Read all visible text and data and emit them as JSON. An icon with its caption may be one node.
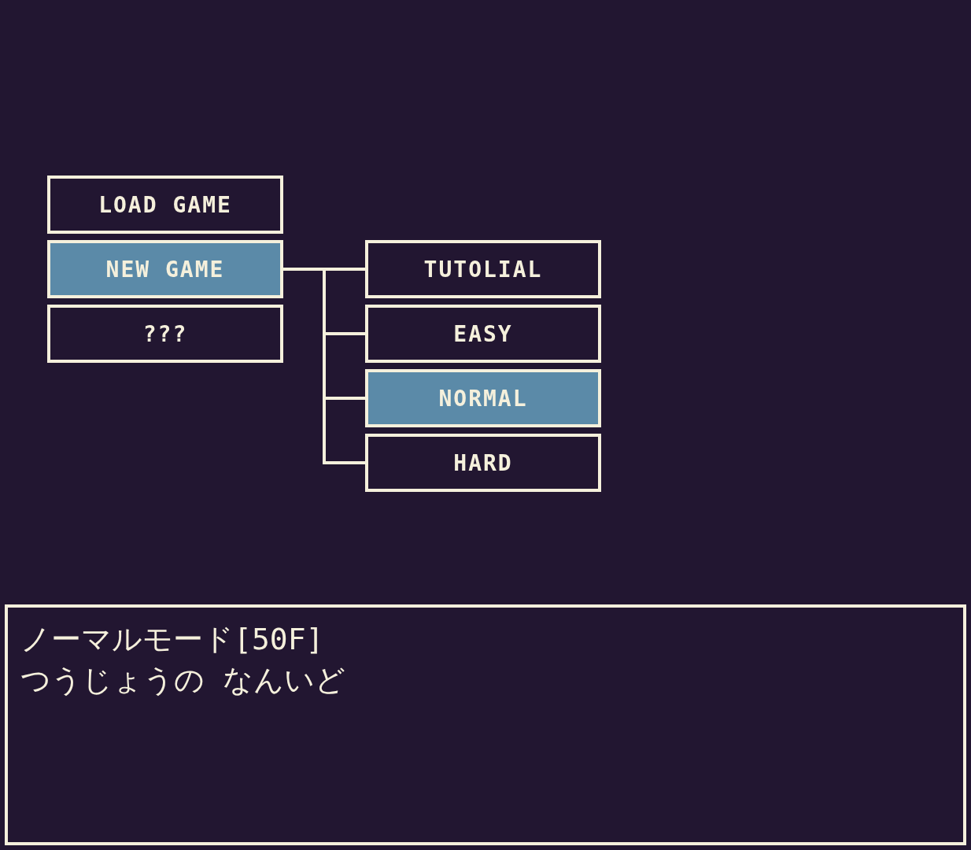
{
  "diagram": {
    "nodes": [
      {
        "text": [
          "LOAD GAME"
        ]
      },
      {
        "text": [
          "NEW GAME"
        ]
      },
      {
        "text": [
          "???"
        ]
      },
      {
        "text": [
          "TUTOLIAL"
        ]
      },
      {
        "text": [
          "EASY"
        ]
      },
      {
        "text": [
          "NORMAL"
        ]
      },
      {
        "text": [
          "HARD"
        ]
      },
      {
        "text": [
          "ノーマルモード[50F]",
          "つうじょうの なんいど"
        ]
      }
    ],
    "edges": [
      {
        "from": 1,
        "to": 3,
        "arrow": "none"
      },
      {
        "from": 1,
        "to": 4,
        "arrow": "none"
      },
      {
        "from": 1,
        "to": 5,
        "arrow": "none"
      },
      {
        "from": 1,
        "to": 6,
        "arrow": "none"
      }
    ]
  }
}
